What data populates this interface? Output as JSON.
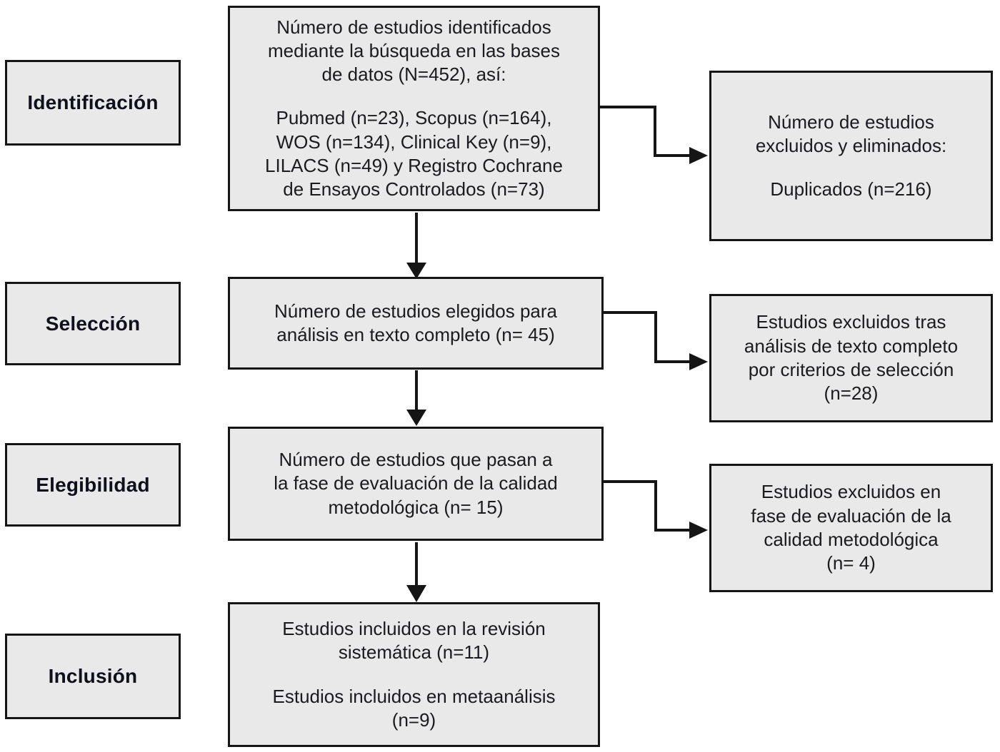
{
  "flow": {
    "stages": [
      {
        "label": "Identificación"
      },
      {
        "label": "Selección"
      },
      {
        "label": "Elegibilidad"
      },
      {
        "label": "Inclusión"
      }
    ],
    "main": [
      {
        "p1": "Número de estudios identificados\nmediante la búsqueda en las bases\nde datos (N=452), así:",
        "p2": "Pubmed (n=23), Scopus (n=164),\nWOS (n=134), Clinical Key (n=9),\nLILACS (n=49) y Registro Cochrane\nde Ensayos Controlados (n=73)"
      },
      {
        "p1": "Número de estudios elegidos para\nanálisis en texto completo (n= 45)"
      },
      {
        "p1": "Número de estudios que pasan a\nla fase de evaluación de la calidad\nmetodológica (n= 15)"
      },
      {
        "p1": "Estudios incluidos en la revisión\nsistemática (n=11)",
        "p2": "Estudios incluidos en metaanálisis\n(n=9)"
      }
    ],
    "side": [
      {
        "p1": "Número de estudios\nexcluidos y eliminados:",
        "p2": "Duplicados (n=216)"
      },
      {
        "p1": "Estudios excluidos tras\nanálisis de texto completo\npor criterios de selección\n(n=28)"
      },
      {
        "p1": "Estudios excluidos en\nfase de evaluación de la\ncalidad metodológica\n(n= 4)"
      }
    ],
    "colors": {
      "box_fill": "#e9e9e9",
      "box_border": "#151515",
      "text": "#1a1a1f",
      "background": "#ffffff"
    }
  }
}
